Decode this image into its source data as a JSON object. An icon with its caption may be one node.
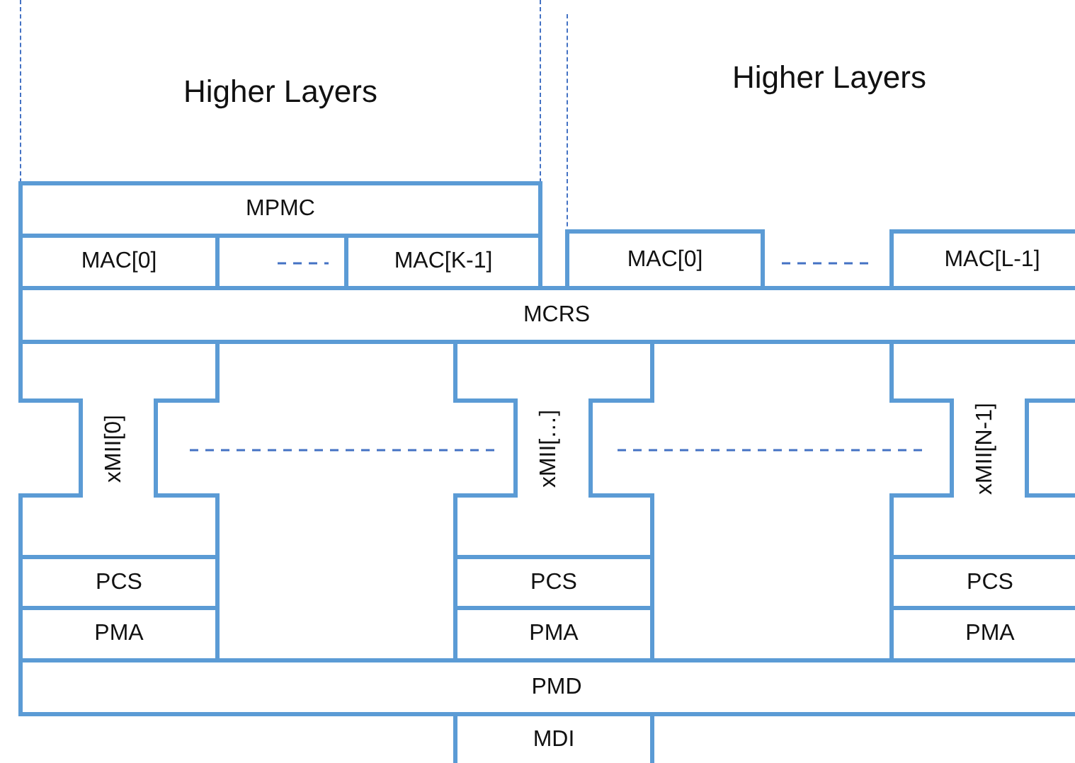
{
  "diagram": {
    "nodes": [
      {
        "text": [
          "Higher Layers"
        ]
      },
      {
        "text": [
          "Higher Layers"
        ]
      },
      {
        "text": [
          "MPMC"
        ]
      },
      {
        "text": [
          "MAC[0]"
        ]
      },
      {
        "text": [
          "MAC[K-1]"
        ]
      },
      {
        "text": [
          "MAC[0]"
        ]
      },
      {
        "text": [
          "MAC[L-1]"
        ]
      },
      {
        "text": [
          "MCRS"
        ]
      },
      {
        "text": [
          "xMII[0]"
        ]
      },
      {
        "text": [
          "PCS"
        ]
      },
      {
        "text": [
          "PMA"
        ]
      },
      {
        "text": [
          "xMII[…]"
        ]
      },
      {
        "text": [
          "PCS"
        ]
      },
      {
        "text": [
          "PMA"
        ]
      },
      {
        "text": [
          "xMII[N-1]"
        ]
      },
      {
        "text": [
          "PCS"
        ]
      },
      {
        "text": [
          "PMA"
        ]
      },
      {
        "text": [
          "PMD"
        ]
      },
      {
        "text": [
          "MDI"
        ]
      }
    ],
    "edges": []
  }
}
